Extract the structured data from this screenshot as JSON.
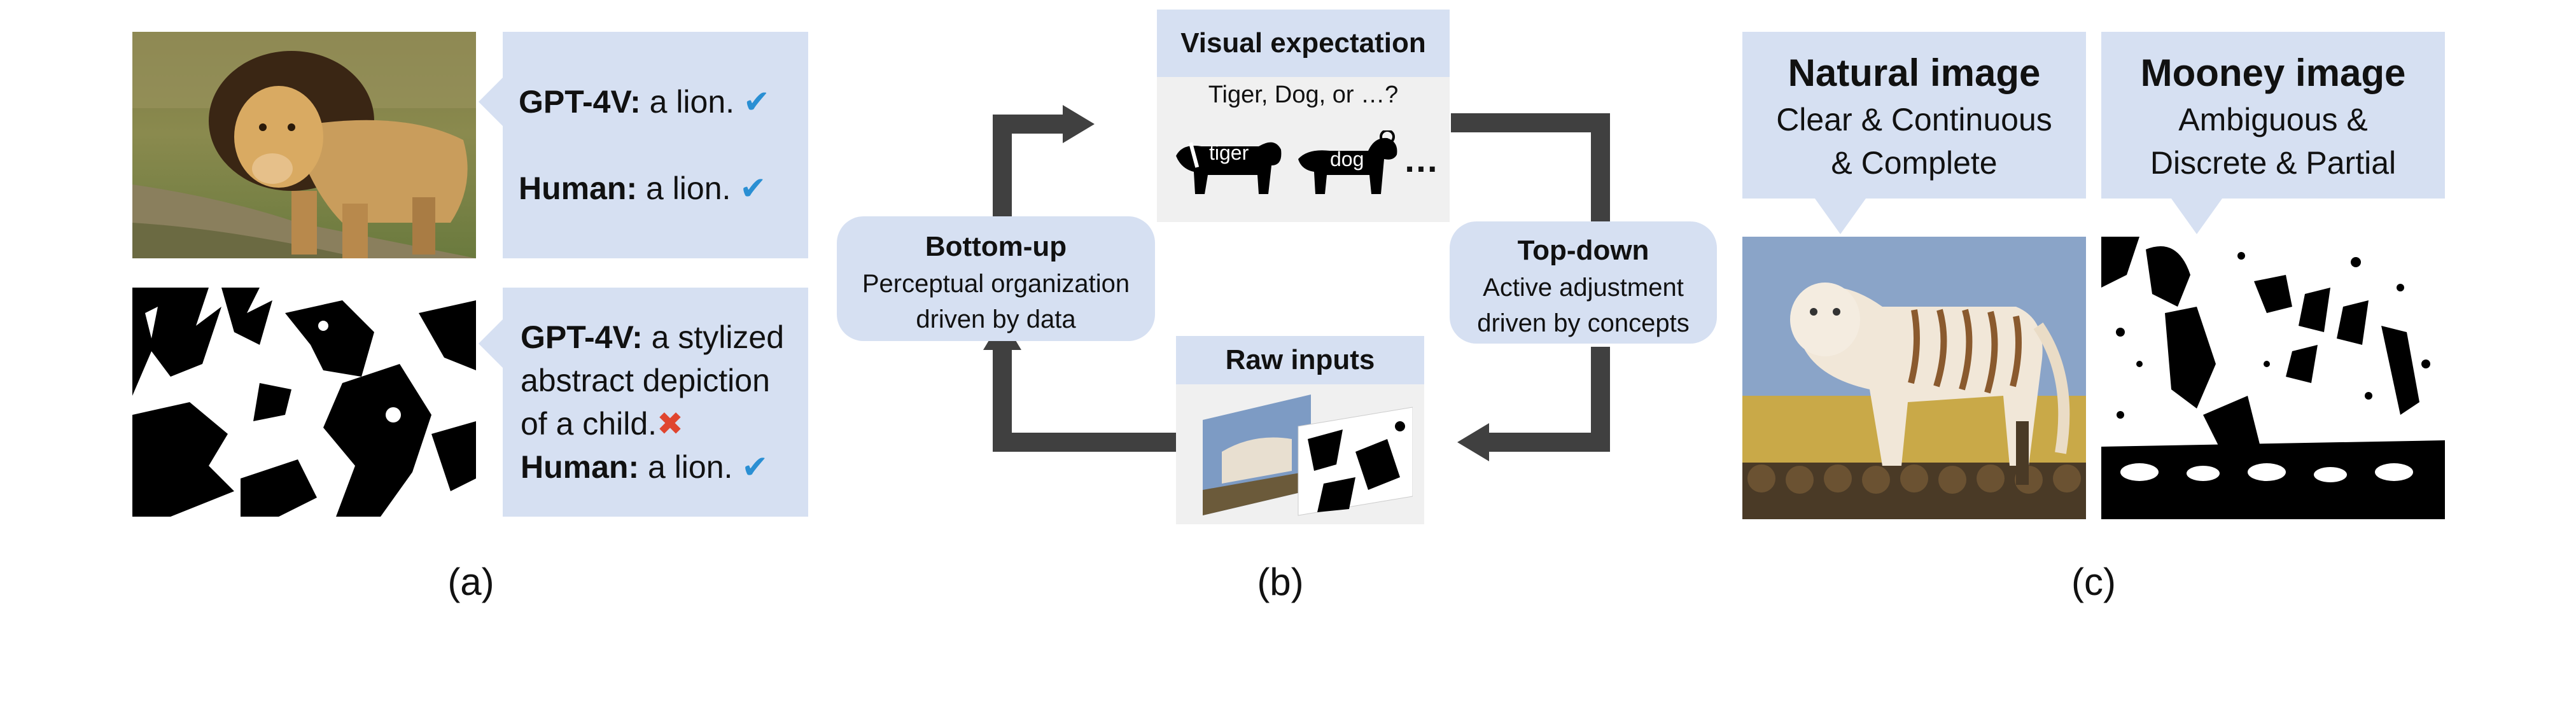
{
  "panel_a": {
    "caption": "(a)",
    "row1": {
      "gpt_label": "GPT-4V:",
      "gpt_text": " a lion.",
      "human_label": "Human:",
      "human_text": " a lion."
    },
    "row2": {
      "gpt_label": "GPT-4V:",
      "gpt_text_line1": " a stylized",
      "gpt_text_line2": "abstract depiction",
      "gpt_text_line3": "of a child.",
      "human_label": "Human:",
      "human_text": " a lion."
    },
    "check_mark": "✔",
    "cross_mark": "✖"
  },
  "panel_b": {
    "caption": "(b)",
    "visual_expectation": {
      "title": "Visual expectation",
      "question": "Tiger, Dog, or …?",
      "tiger_label": "tiger",
      "dog_label": "dog",
      "ellipsis": "…"
    },
    "bottom_up": {
      "title": "Bottom-up",
      "line1": "Perceptual organization",
      "line2": "driven by data"
    },
    "top_down": {
      "title": "Top-down",
      "line1": "Active adjustment",
      "line2": "driven by concepts"
    },
    "raw_inputs": {
      "title": "Raw inputs"
    },
    "arrow_color": "#404040"
  },
  "panel_c": {
    "caption": "(c)",
    "natural": {
      "title": "Natural image",
      "line1": "Clear & Continuous",
      "line2": "& Complete"
    },
    "mooney": {
      "title": "Mooney image",
      "line1": "Ambiguous &",
      "line2": "Discrete & Partial"
    }
  },
  "colors": {
    "bubble": "#d6e0f2",
    "check": "#2a8fd3",
    "cross": "#e0452f"
  }
}
